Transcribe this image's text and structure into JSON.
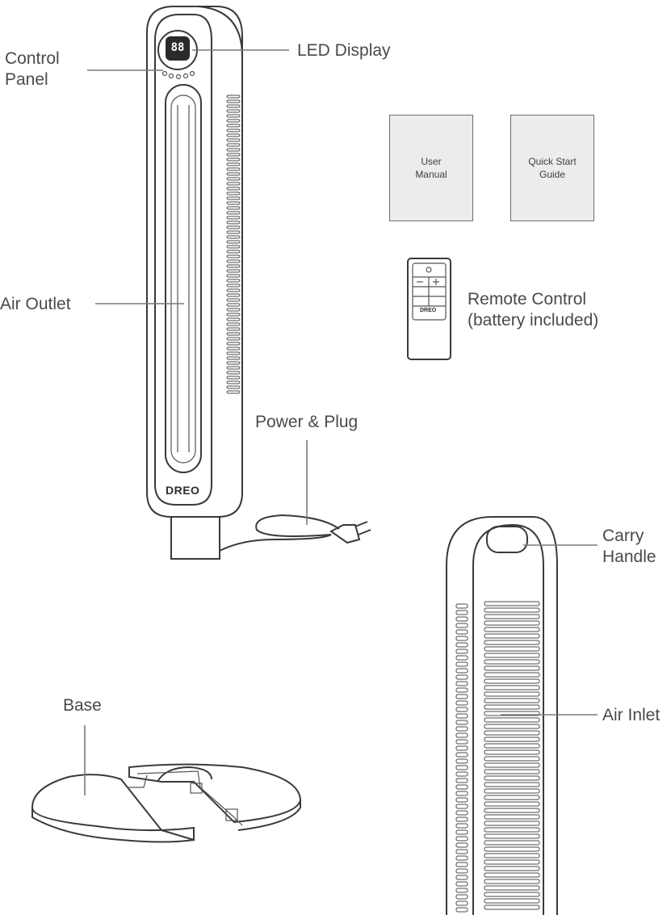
{
  "labels": {
    "control_panel": [
      "Control",
      "Panel"
    ],
    "led_display": "LED Display",
    "air_outlet": "Air Outlet",
    "power_plug": "Power & Plug",
    "remote_control": [
      "Remote Control",
      "(battery included)"
    ],
    "carry_handle": [
      "Carry",
      "Handle"
    ],
    "air_inlet": "Air Inlet",
    "base": "Base"
  },
  "books": {
    "user_manual": [
      "User",
      "Manual"
    ],
    "quick_start": [
      "Quick Start",
      "Guide"
    ]
  },
  "brand": "DREO",
  "display_digits": "88",
  "colors": {
    "line": "#7a7a7a",
    "outline": "#3a3a3a",
    "paper": "#ececec"
  }
}
